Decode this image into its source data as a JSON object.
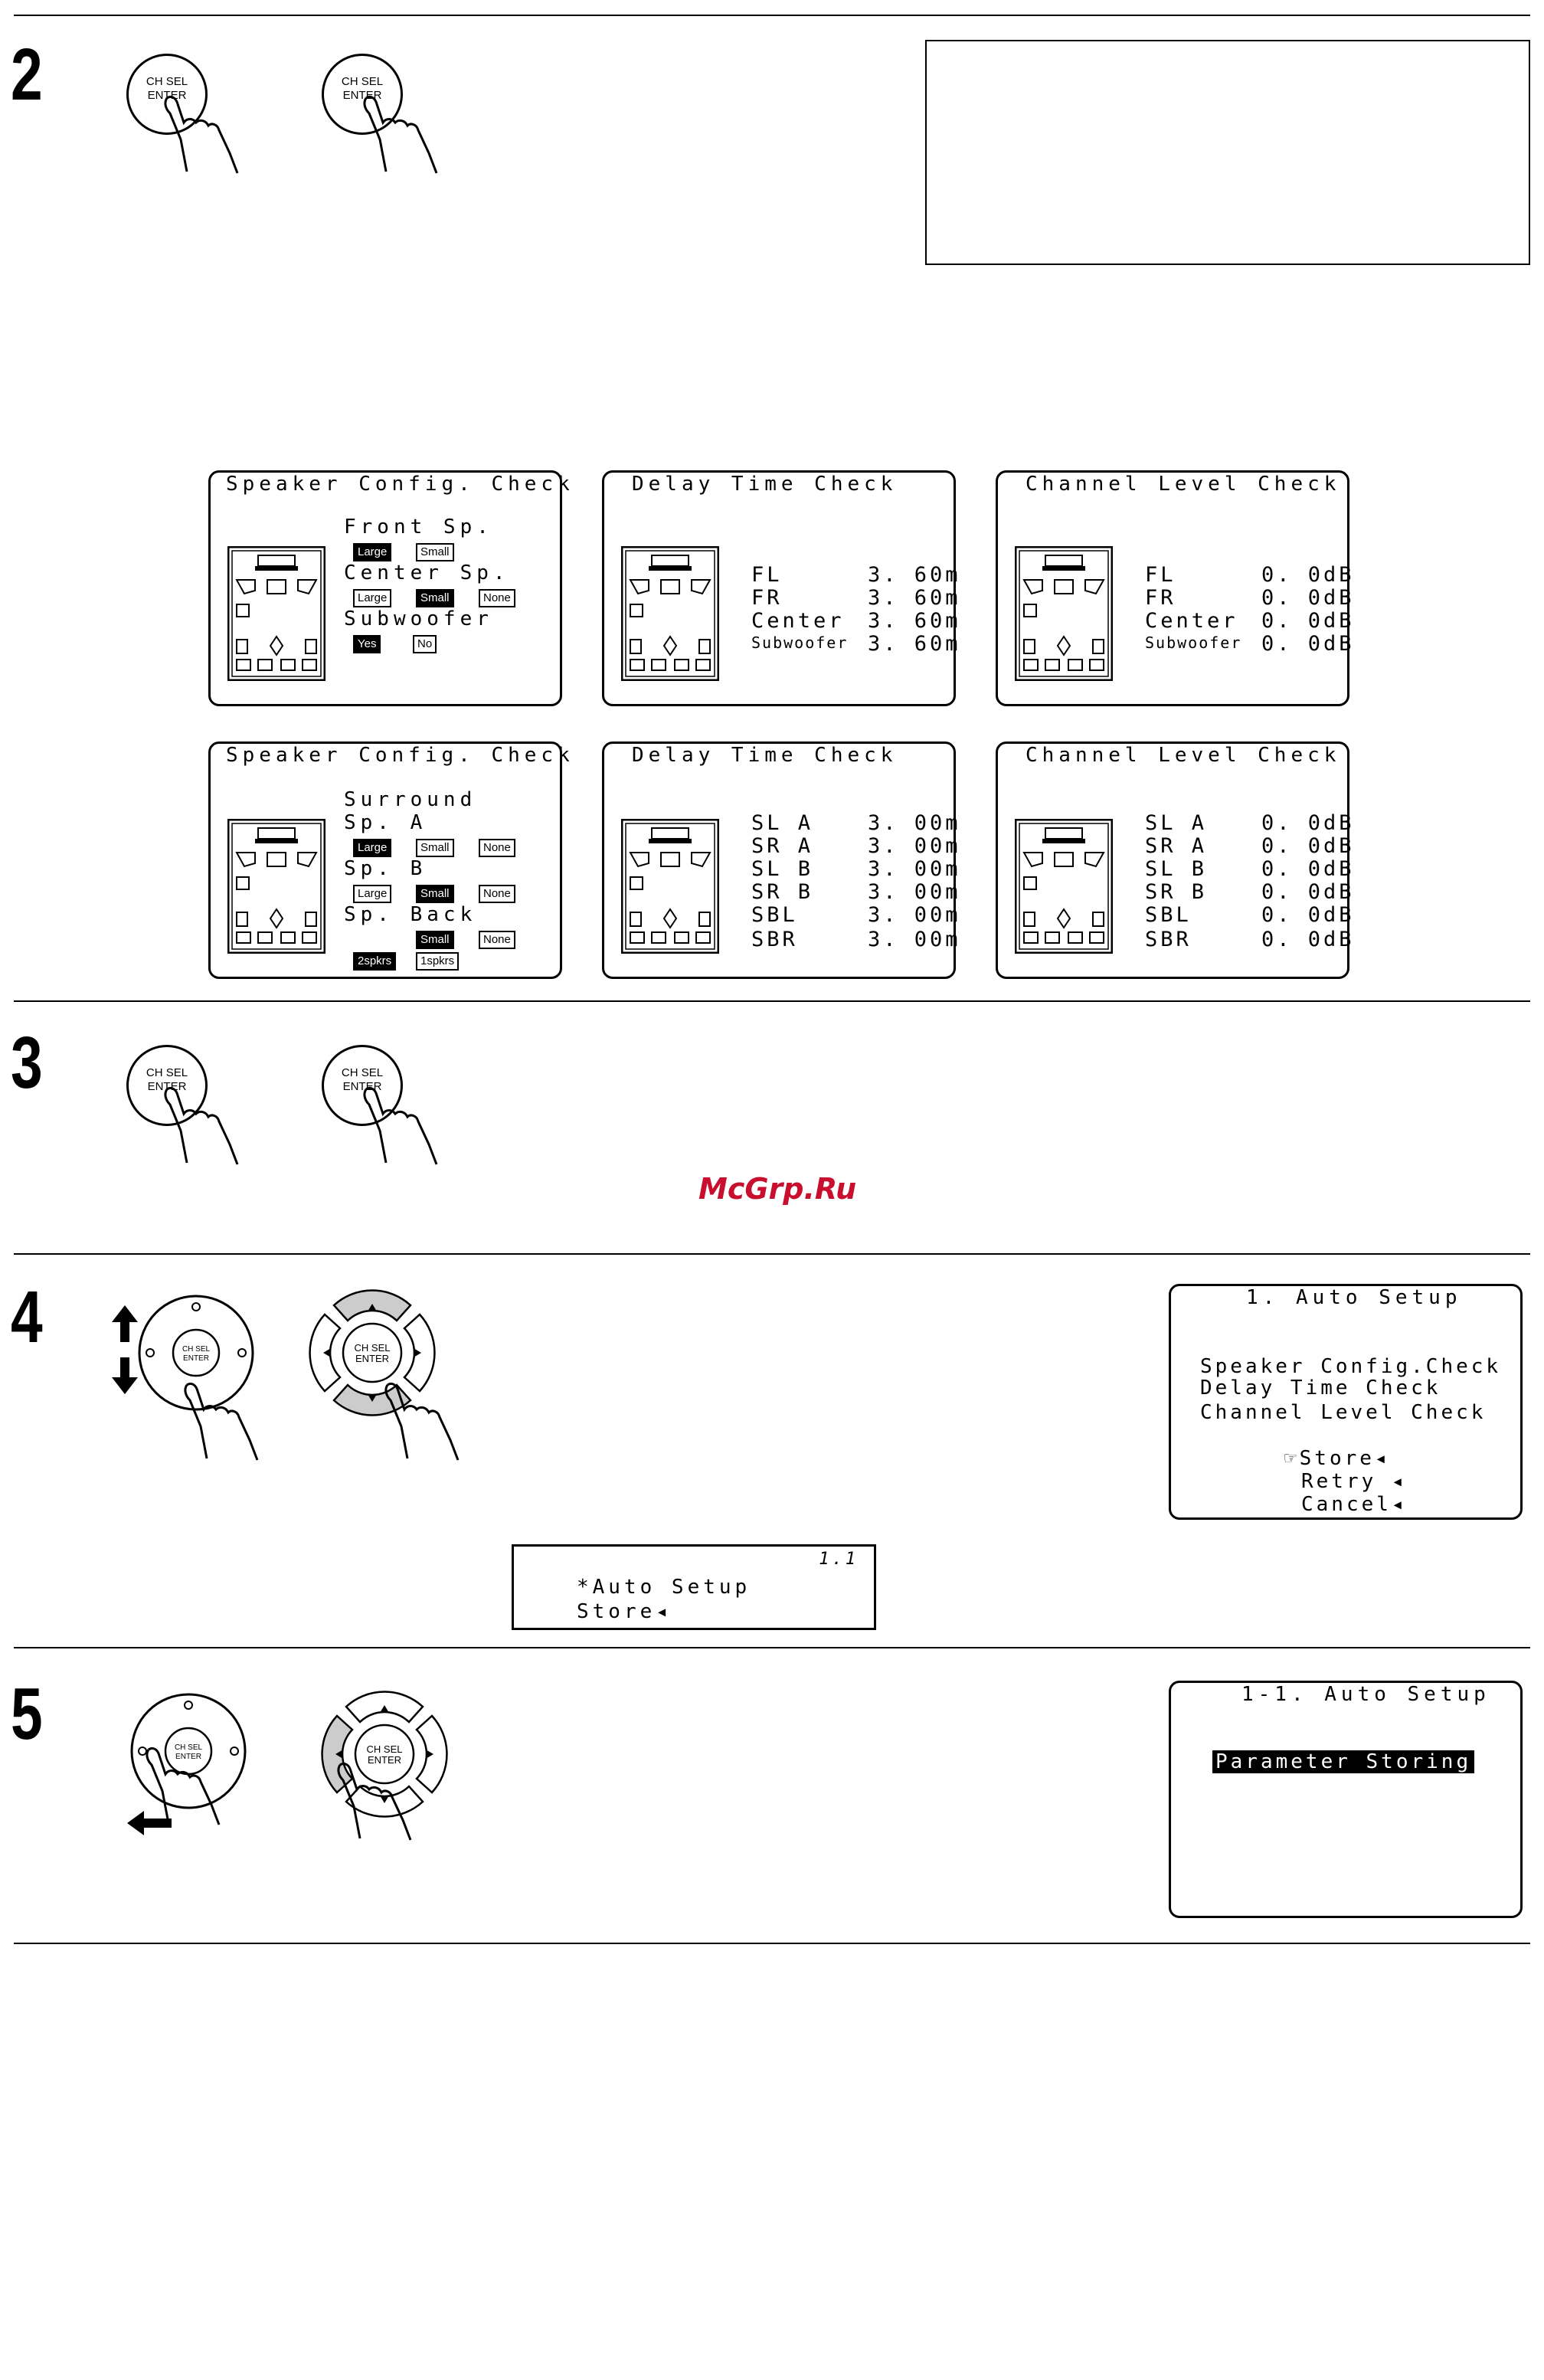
{
  "steps": {
    "s2": "2",
    "s3": "3",
    "s4": "4",
    "s5": "5"
  },
  "button": {
    "line1": "CH SEL",
    "line2": "ENTER"
  },
  "panel_speaker_1": {
    "title": "Speaker Config. Check",
    "front": "Front Sp.",
    "center": "Center Sp.",
    "sub": "Subwoofer",
    "opt_large": "Large",
    "opt_small": "Small",
    "opt_none": "None",
    "opt_yes": "Yes",
    "opt_no": "No"
  },
  "panel_delay_1": {
    "title": "Delay Time Check",
    "rows": [
      {
        "k": "FL",
        "v": "3. 60m"
      },
      {
        "k": "FR",
        "v": "3. 60m"
      },
      {
        "k": "Center",
        "v": "3. 60m"
      },
      {
        "k": "Subwoofer",
        "v": "3. 60m"
      }
    ]
  },
  "panel_level_1": {
    "title": "Channel Level Check",
    "rows": [
      {
        "k": "FL",
        "v": "0. 0dB"
      },
      {
        "k": "FR",
        "v": "0. 0dB"
      },
      {
        "k": "Center",
        "v": "0. 0dB"
      },
      {
        "k": "Subwoofer",
        "v": "0. 0dB"
      }
    ]
  },
  "panel_speaker_2": {
    "title": "Speaker Config. Check",
    "surround": "Surround",
    "spa": "Sp. A",
    "spb": "Sp. B",
    "spback": "Sp. Back",
    "opt_large": "Large",
    "opt_small": "Small",
    "opt_none": "None",
    "opt_2": "2spkrs",
    "opt_1": "1spkrs"
  },
  "panel_delay_2": {
    "title": "Delay Time Check",
    "rows": [
      {
        "k": "SL A",
        "v": "3. 00m"
      },
      {
        "k": "SR A",
        "v": "3. 00m"
      },
      {
        "k": "SL B",
        "v": "3. 00m"
      },
      {
        "k": "SR B",
        "v": "3. 00m"
      },
      {
        "k": "SBL",
        "v": "3. 00m"
      },
      {
        "k": "SBR",
        "v": "3. 00m"
      }
    ]
  },
  "panel_level_2": {
    "title": "Channel Level Check",
    "rows": [
      {
        "k": "SL A",
        "v": "0. 0dB"
      },
      {
        "k": "SR A",
        "v": "0. 0dB"
      },
      {
        "k": "SL B",
        "v": "0. 0dB"
      },
      {
        "k": "SR B",
        "v": "0. 0dB"
      },
      {
        "k": "SBL",
        "v": "0. 0dB"
      },
      {
        "k": "SBR",
        "v": "0. 0dB"
      }
    ]
  },
  "watermark": "McGrp.Ru",
  "auto_setup_menu": {
    "title": "1. Auto Setup",
    "items": [
      "Speaker Config.Check",
      "Delay Time Check",
      "Channel Level Check"
    ],
    "store": "☞Store◂",
    "retry": "Retry ◂",
    "cancel": "Cancel◂"
  },
  "front_display": {
    "num": "1.1",
    "line1": "*Auto Setup",
    "line2": "Store◂"
  },
  "storing_screen": {
    "title": "1-1. Auto Setup",
    "msg": "Parameter Storing"
  }
}
